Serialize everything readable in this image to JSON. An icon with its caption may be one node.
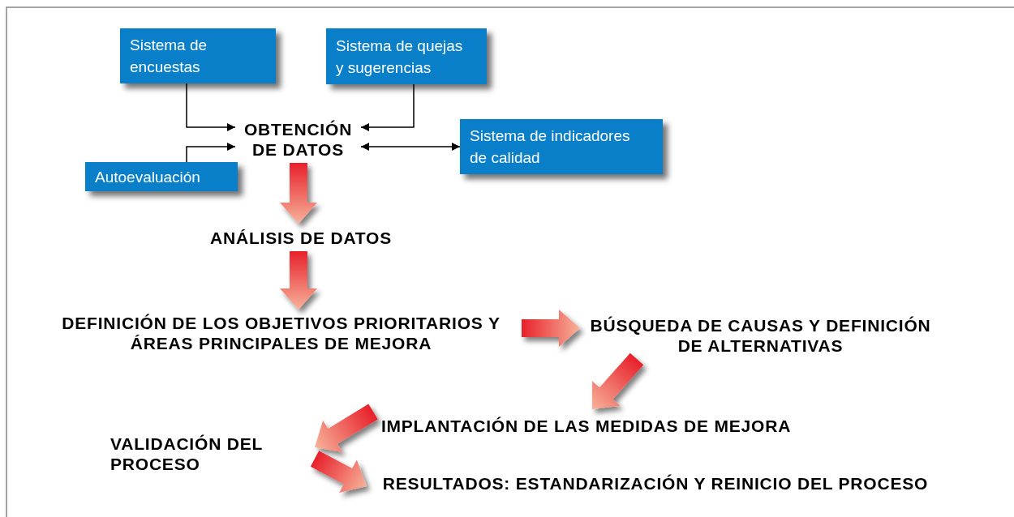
{
  "diagram": {
    "nodes": [
      {
        "text": [
          "Sistema de encuestas"
        ]
      },
      {
        "text": [
          "Sistema de quejas y sugerencias"
        ]
      },
      {
        "text": [
          "Autoevaluación"
        ]
      },
      {
        "text": [
          "OBTENCIÓN DE DATOS"
        ]
      },
      {
        "text": [
          "Sistema de indicadores de calidad"
        ]
      },
      {
        "text": [
          "ANÁLISIS DE DATOS"
        ]
      },
      {
        "text": [
          "DEFINICIÓN DE LOS OBJETIVOS PRIORITARIOS Y ÁREAS PRINCIPALES DE MEJORA"
        ]
      },
      {
        "text": [
          "BÚSQUEDA DE CAUSAS Y DEFINICIÓN DE ALTERNATIVAS"
        ]
      },
      {
        "text": [
          "IMPLANTACIÓN DE LAS MEDIDAS DE MEJORA"
        ]
      },
      {
        "text": [
          "VALIDACIÓN DEL PROCESO"
        ]
      },
      {
        "text": [
          "RESULTADOS: ESTANDARIZACIÓN Y REINICIO DEL PROCESO"
        ]
      }
    ],
    "edges": [
      {
        "from": 0,
        "to": 3,
        "arrow": "to"
      },
      {
        "from": 1,
        "to": 3,
        "arrow": "to"
      },
      {
        "from": 2,
        "to": 3,
        "arrow": "to"
      },
      {
        "from": 3,
        "to": 4,
        "arrow": "both"
      },
      {
        "from": 3,
        "to": 5,
        "arrow": "to",
        "style": "thick",
        "color": "#e8202a"
      },
      {
        "from": 5,
        "to": 6,
        "arrow": "to",
        "style": "thick",
        "color": "#e8202a"
      },
      {
        "from": 6,
        "to": 7,
        "arrow": "to",
        "style": "thick",
        "color": "#e8202a"
      },
      {
        "from": 7,
        "to": 8,
        "arrow": "to",
        "style": "thick",
        "color": "#e8202a"
      },
      {
        "from": 8,
        "to": 9,
        "arrow": "to",
        "style": "thick",
        "color": "#e8202a"
      },
      {
        "from": 9,
        "to": 10,
        "arrow": "to",
        "style": "thick",
        "color": "#e8202a"
      }
    ]
  }
}
